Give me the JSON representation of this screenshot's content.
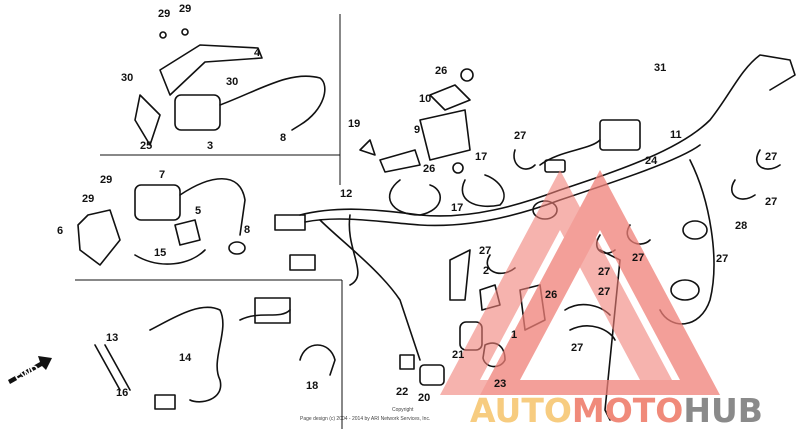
{
  "diagram": {
    "callouts": [
      "29",
      "29",
      "4",
      "30",
      "30",
      "8",
      "25",
      "3",
      "19",
      "26",
      "31",
      "10",
      "9",
      "27",
      "11",
      "26",
      "17",
      "24",
      "12",
      "17",
      "29",
      "7",
      "29",
      "5",
      "6",
      "15",
      "8",
      "27",
      "27",
      "28",
      "27",
      "2",
      "27",
      "27",
      "27",
      "26",
      "27",
      "21",
      "1",
      "13",
      "14",
      "16",
      "18",
      "22",
      "20",
      "23",
      "27"
    ],
    "direction_label": "FWD",
    "copyright_small": "Copyright",
    "copyright_line": "Page design (c) 2004 - 2014 by ARI Network Services, Inc."
  },
  "watermark": {
    "part1": "AUTO",
    "part2": "MOTO",
    "part3": "HUB",
    "colors": {
      "triangle": "#f08078",
      "auto": "#f7cc80",
      "moto": "#f08a7a",
      "hub": "#8a8a8a"
    }
  }
}
